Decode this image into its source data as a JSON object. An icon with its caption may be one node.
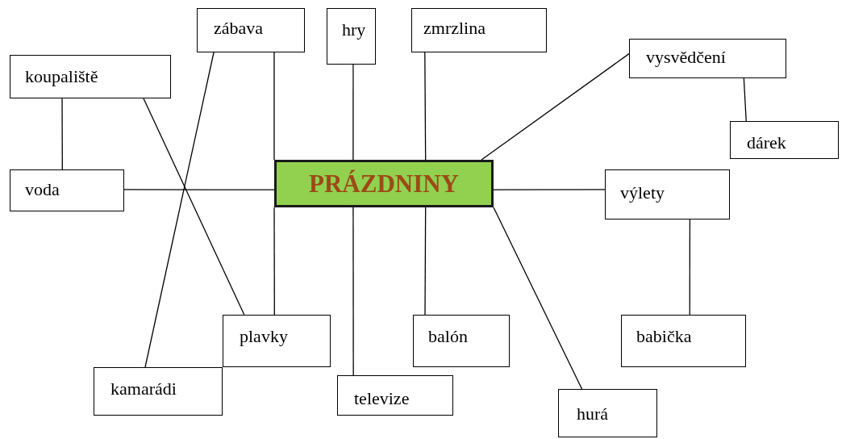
{
  "diagram": {
    "nodes": [
      {
        "text": [
          "zábava"
        ]
      },
      {
        "text": [
          "hry"
        ]
      },
      {
        "text": [
          "zmrzlina"
        ]
      },
      {
        "text": [
          "koupaliště"
        ]
      },
      {
        "text": [
          "vysvědčení"
        ]
      },
      {
        "text": [
          "dárek"
        ]
      },
      {
        "text": [
          "voda"
        ]
      },
      {
        "text": [
          "PRÁZDNINY"
        ]
      },
      {
        "text": [
          "výlety"
        ]
      },
      {
        "text": [
          "plavky"
        ]
      },
      {
        "text": [
          "balón"
        ]
      },
      {
        "text": [
          "babička"
        ]
      },
      {
        "text": [
          "kamarádi"
        ]
      },
      {
        "text": [
          "televize"
        ]
      },
      {
        "text": [
          "hurá"
        ]
      }
    ],
    "edges": [
      {
        "from": 7,
        "to": 0,
        "arrow": "none"
      },
      {
        "from": 0,
        "to": 12,
        "arrow": "none"
      },
      {
        "from": 3,
        "to": 9,
        "arrow": "none"
      },
      {
        "from": 3,
        "to": 6,
        "arrow": "none"
      },
      {
        "from": 7,
        "to": 6,
        "arrow": "none"
      },
      {
        "from": 7,
        "to": 1,
        "arrow": "none"
      },
      {
        "from": 7,
        "to": 2,
        "arrow": "none"
      },
      {
        "from": 7,
        "to": 4,
        "arrow": "none"
      },
      {
        "from": 4,
        "to": 5,
        "arrow": "none"
      },
      {
        "from": 7,
        "to": 8,
        "arrow": "none"
      },
      {
        "from": 8,
        "to": 11,
        "arrow": "none"
      },
      {
        "from": 7,
        "to": 14,
        "arrow": "none"
      },
      {
        "from": 7,
        "to": 10,
        "arrow": "none"
      },
      {
        "from": 7,
        "to": 13,
        "arrow": "none"
      },
      {
        "from": 7,
        "to": 9,
        "arrow": "none"
      }
    ]
  }
}
